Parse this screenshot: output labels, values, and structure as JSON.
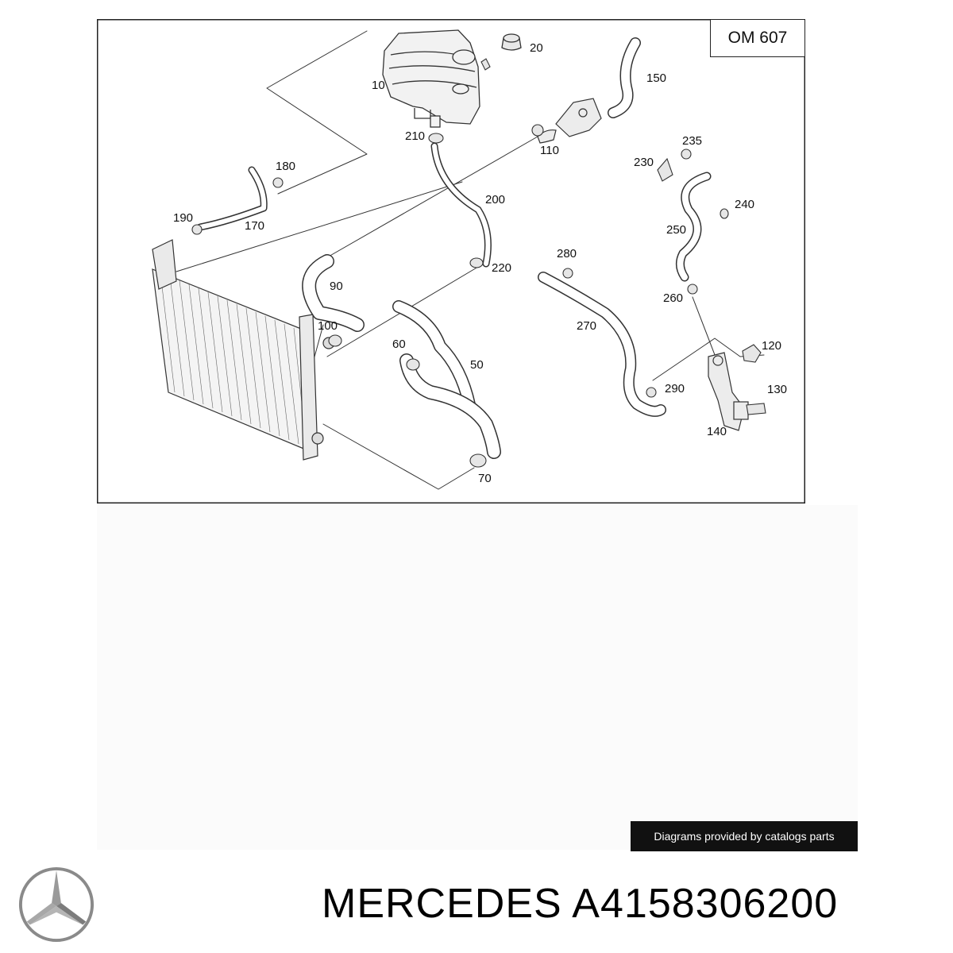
{
  "diagram": {
    "engine_label": "OM 607",
    "callouts": [
      "10",
      "20",
      "150",
      "210",
      "110",
      "235",
      "230",
      "180",
      "240",
      "190",
      "170",
      "200",
      "250",
      "280",
      "220",
      "90",
      "260",
      "270",
      "100",
      "120",
      "60",
      "50",
      "290",
      "130",
      "140",
      "70"
    ]
  },
  "credit": "Diagrams provided by catalogs parts",
  "title": {
    "brand": "MERCEDES",
    "part_number": "A4158306200"
  },
  "logo": {
    "icon": "three-pointed-star-icon",
    "color": "#8a8a8a"
  }
}
